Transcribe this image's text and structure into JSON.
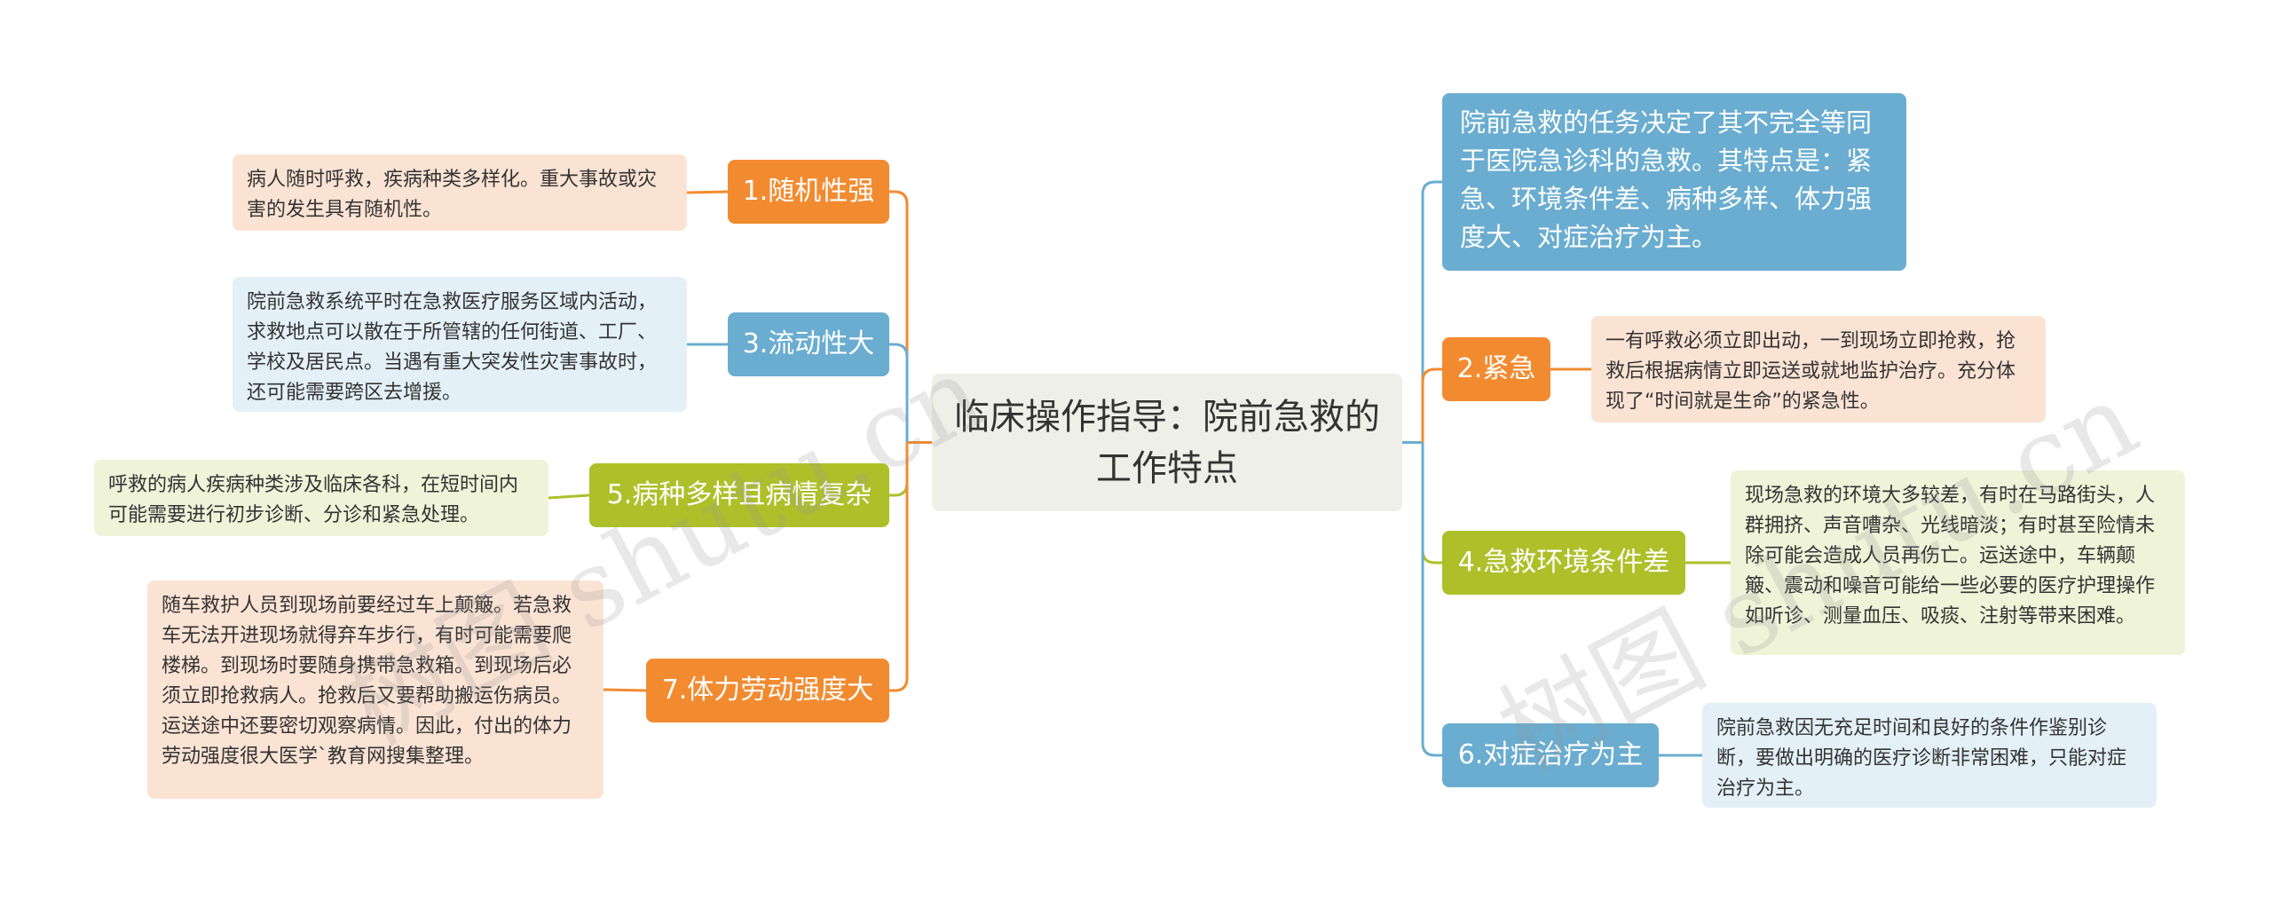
{
  "root": {
    "title": "临床操作指导：院前急救的工作特点"
  },
  "intro": "院前急救的任务决定了其不完全等同于医院急诊科的急救。其特点是：紧急、环境条件差、病种多样、体力强度大、对症治疗为主。",
  "left_branches": [
    {
      "label": "1.随机性强",
      "color": "orange",
      "note": "病人随时呼救，疾病种类多样化。重大事故或灾害的发生具有随机性。"
    },
    {
      "label": "3.流动性大",
      "color": "blue",
      "note": "院前急救系统平时在急救医疗服务区域内活动，求救地点可以散在于所管辖的任何街道、工厂、学校及居民点。当遇有重大突发性灾害事故时，还可能需要跨区去增援。"
    },
    {
      "label": "5.病种多样且病情复杂",
      "color": "olive",
      "note": "呼救的病人疾病种类涉及临床各科，在短时间内可能需要进行初步诊断、分诊和紧急处理。"
    },
    {
      "label": "7.体力劳动强度大",
      "color": "orange",
      "note": "随车救护人员到现场前要经过车上颠簸。若急救车无法开进现场就得弃车步行，有时可能需要爬楼梯。到现场时要随身携带急救箱。到现场后必须立即抢救病人。抢救后又要帮助搬运伤病员。运送途中还要密切观察病情。因此，付出的体力劳动强度很大医学`教育网搜集整理。"
    }
  ],
  "right_branches": [
    {
      "label": "2.紧急",
      "color": "orange",
      "note": "一有呼救必须立即出动，一到现场立即抢救，抢救后根据病情立即运送或就地监护治疗。充分体现了“时间就是生命”的紧急性。"
    },
    {
      "label": "4.急救环境条件差",
      "color": "olive",
      "note": "现场急救的环境大多较差，有时在马路街头，人群拥挤、声音嘈杂、光线暗淡；有时甚至险情未除可能会造成人员再伤亡。运送途中，车辆颠簸、震动和噪音可能给一些必要的医疗护理操作如听诊、测量血压、吸痰、注射等带来困难。"
    },
    {
      "label": "6.对症治疗为主",
      "color": "blue",
      "note": "院前急救因无充足时间和良好的条件作鉴别诊断，要做出明确的医疗诊断非常困难，只能对症治疗为主。"
    }
  ],
  "colors": {
    "orange": "#f28b30",
    "blue": "#6aadd0",
    "olive": "#adc02a"
  },
  "watermark": {
    "left": "树图 shutu.cn",
    "right": "树图 shutu.cn"
  }
}
